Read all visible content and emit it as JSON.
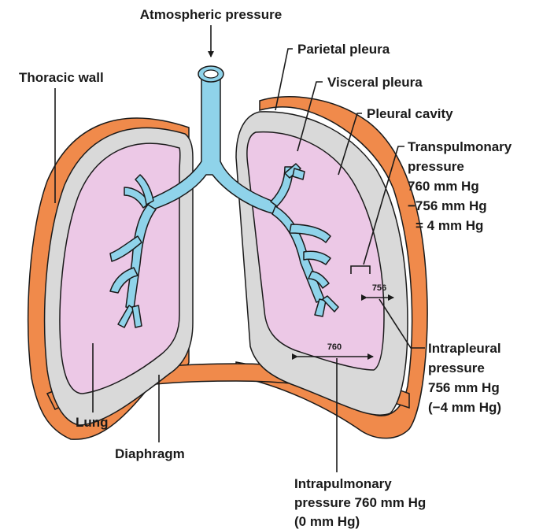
{
  "labels": {
    "atmospheric_pressure": "Atmospheric pressure",
    "thoracic_wall": "Thoracic wall",
    "parietal_pleura": "Parietal pleura",
    "visceral_pleura": "Visceral pleura",
    "pleural_cavity": "Pleural cavity",
    "transpulmonary": [
      "Transpulmonary",
      "pressure",
      "760 mm Hg",
      "−756 mm Hg",
      "= 4 mm Hg"
    ],
    "intrapleural": [
      "Intrapleural",
      "pressure",
      "756 mm Hg",
      "(−4 mm Hg)"
    ],
    "lung": "Lung",
    "diaphragm": "Diaphragm",
    "intrapulmonary": [
      "Intrapulmonary",
      "pressure 760 mm Hg",
      "(0 mm Hg)"
    ],
    "value_760": "760",
    "value_756": "756"
  },
  "colors": {
    "thoracic_wall": "#f08a4b",
    "pleural_cavity": "#d9d9d9",
    "lung": "#ecc8e6",
    "airway": "#8fd3ea",
    "outline": "#1a1a1a"
  }
}
